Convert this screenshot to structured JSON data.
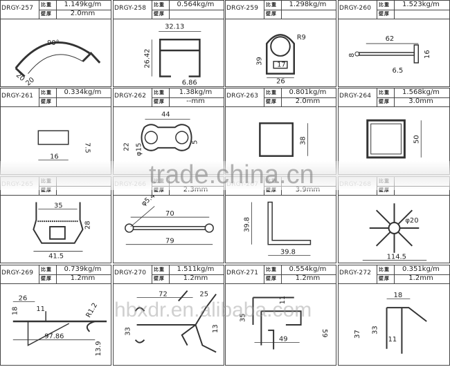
{
  "sheet": {
    "labels": {
      "weight": "比重",
      "thickness": "壁厚"
    },
    "profiles": [
      {
        "code": "DRGY-257",
        "weight": "1.149kg/m",
        "thickness": "2.0mm",
        "dims": [
          "90°",
          "20",
          "20"
        ]
      },
      {
        "code": "DRGY-258",
        "weight": "0.564kg/m",
        "thickness": "",
        "dims": [
          "32.13",
          "26.42",
          "6.86"
        ]
      },
      {
        "code": "DRGY-259",
        "weight": "1.298kg/m",
        "thickness": "",
        "dims": [
          "R9",
          "39",
          "17",
          "26"
        ]
      },
      {
        "code": "DRGY-260",
        "weight": "1.523kg/m",
        "thickness": "",
        "dims": [
          "62",
          "8",
          "16",
          "6.5"
        ]
      },
      {
        "code": "DRGY-261",
        "weight": "0.334kg/m",
        "thickness": "",
        "dims": [
          "7.5",
          "16"
        ]
      },
      {
        "code": "DRGY-262",
        "weight": "1.38kg/m",
        "thickness": "--mm",
        "dims": [
          "44",
          "22",
          "φ15",
          "5"
        ]
      },
      {
        "code": "DRGY-263",
        "weight": "0.801kg/m",
        "thickness": "2.0mm",
        "dims": [
          "38"
        ]
      },
      {
        "code": "DRGY-264",
        "weight": "1.568kg/m",
        "thickness": "3.0mm",
        "dims": [
          "50"
        ]
      },
      {
        "code": "DRGY-265",
        "weight": "",
        "thickness": "",
        "dims": [
          "35",
          "28",
          "41.5"
        ]
      },
      {
        "code": "DRGY-266",
        "weight": "",
        "thickness": "2.3mm",
        "dims": [
          "φ5.4",
          "70",
          "79"
        ]
      },
      {
        "code": "DRGY-267",
        "weight": "",
        "thickness": "3.9mm",
        "dims": [
          "39.8",
          "39.8"
        ]
      },
      {
        "code": "DRGY-268",
        "weight": "",
        "thickness": "",
        "dims": [
          "φ20",
          "114.5"
        ]
      },
      {
        "code": "DRGY-269",
        "weight": "0.739kg/m",
        "thickness": "1.2mm",
        "dims": [
          "26",
          "18",
          "11",
          "R1.2",
          "97.86",
          "13.9"
        ]
      },
      {
        "code": "DRGY-270",
        "weight": "1.511kg/m",
        "thickness": "1.2mm",
        "dims": [
          "72",
          "25",
          "33",
          "13"
        ]
      },
      {
        "code": "DRGY-271",
        "weight": "0.554kg/m",
        "thickness": "1.2mm",
        "dims": [
          "11",
          "35",
          "59",
          "49"
        ]
      },
      {
        "code": "DRGY-272",
        "weight": "0.351kg/m",
        "thickness": "1.2mm",
        "dims": [
          "18",
          "37",
          "33",
          "11"
        ]
      }
    ]
  },
  "watermarks": {
    "center": "trade.china.cn",
    "bottom": "hbxdr.en.alibaba.com"
  }
}
